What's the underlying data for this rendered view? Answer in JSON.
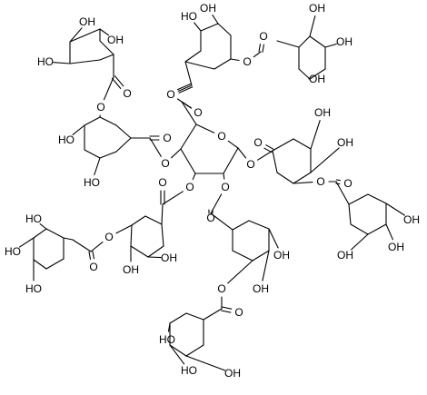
{
  "labels": {
    "oh": "OH",
    "ho": "HO",
    "o": "O"
  },
  "colors": {
    "bond": "#000000",
    "text": "#000000",
    "background": "#ffffff"
  }
}
